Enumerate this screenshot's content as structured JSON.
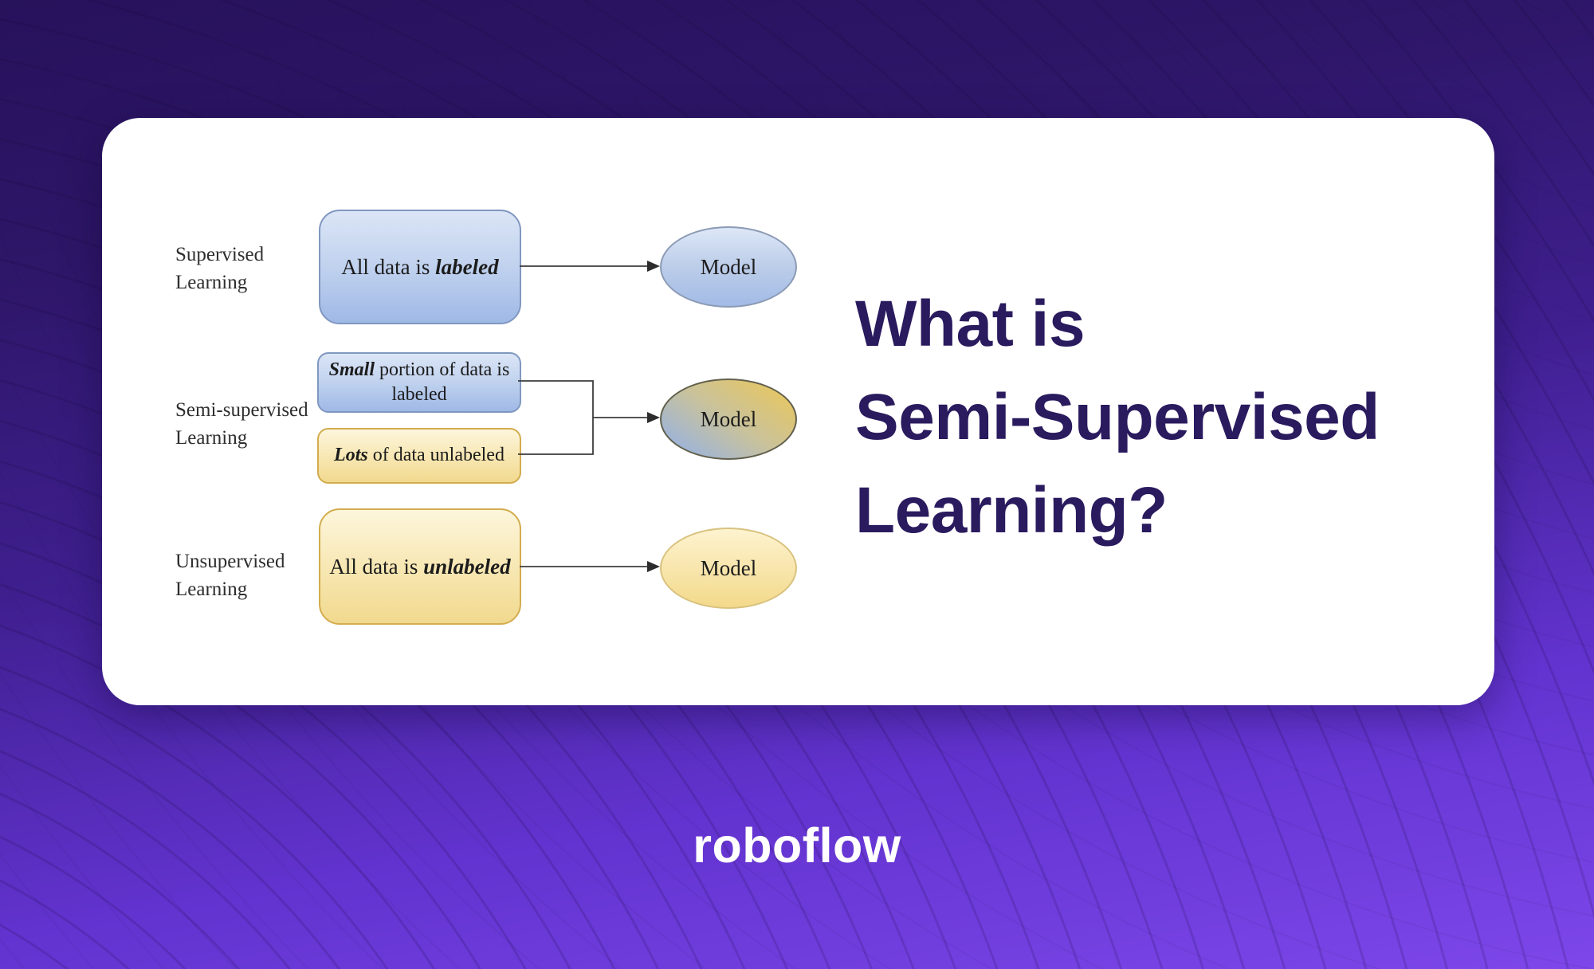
{
  "colors": {
    "background_top": "#27125c",
    "background_bottom": "#7d47ea",
    "card": "#ffffff",
    "title_text": "#2a1a5e",
    "blue_box_light": "#dbe5f6",
    "blue_box_dark": "#9fb9e6",
    "yellow_box_light": "#fdf6dc",
    "yellow_box_dark": "#f1d98e",
    "connector_stroke": "#3d3d3d",
    "logo_text": "#ffffff"
  },
  "title": {
    "text": "What is\nSemi-Supervised\nLearning?"
  },
  "logo": {
    "text": "roboflow"
  },
  "diagram": {
    "row_supervised": {
      "label": "Supervised\nLearning",
      "box": {
        "pre": "All data is ",
        "emph": "labeled"
      },
      "model_label": "Model"
    },
    "row_semi_supervised": {
      "label": "Semi-supervised\nLearning",
      "labeled_box": {
        "emph": "Small",
        "post": " portion of data is",
        "line2": "labeled"
      },
      "unlabeled_box": {
        "emph": "Lots",
        "post": " of data unlabeled"
      },
      "model_label": "Model"
    },
    "row_unsupervised": {
      "label": "Unsupervised\nLearning",
      "box": {
        "pre": "All data is ",
        "emph": "unlabeled"
      },
      "model_label": "Model"
    }
  }
}
